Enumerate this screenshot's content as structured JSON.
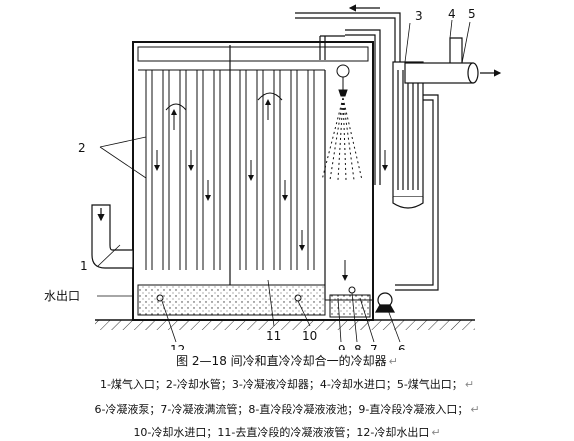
{
  "diagram": {
    "caption": "图 2—18 间冷和直冷冷却合一的冷却器",
    "callouts": [
      "1",
      "2",
      "3",
      "4",
      "5",
      "6",
      "7",
      "8",
      "9",
      "10",
      "11",
      "12"
    ],
    "side_label": "水出口"
  },
  "legend": [
    "1-煤气入口；2-冷却水管；3-冷凝液冷却器；4-冷却水进口；5-煤气出口；",
    "6-冷凝液泵；7-冷凝液满流管；8-直冷段冷凝液液池；9-直冷段冷凝液入口；",
    "10-冷却水进口；11-去直冷段的冷凝液液管；12-冷却水出口"
  ],
  "paragraph_mark": "↵"
}
